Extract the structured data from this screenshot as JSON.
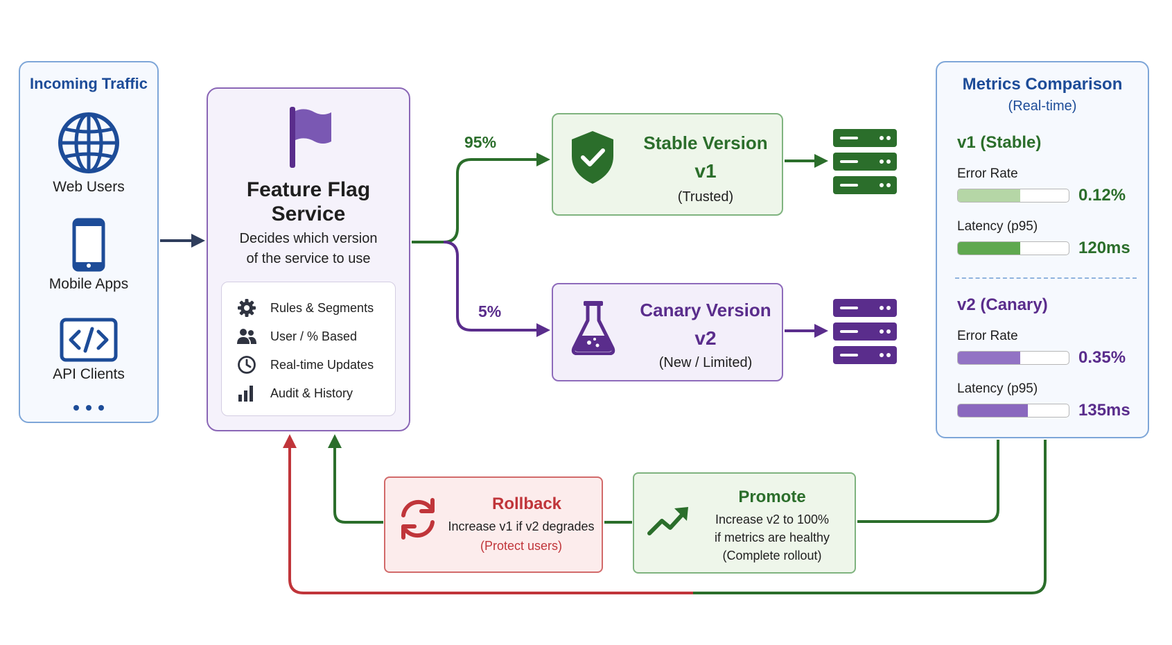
{
  "incoming": {
    "title": "Incoming Traffic",
    "items": [
      {
        "label": "Web Users",
        "icon": "globe-icon"
      },
      {
        "label": "Mobile Apps",
        "icon": "mobile-phone-icon"
      },
      {
        "label": "API Clients",
        "icon": "code-icon"
      }
    ],
    "more_icon": "ellipsis-icon"
  },
  "flag_service": {
    "icon": "flag-icon",
    "title_line1": "Feature Flag",
    "title_line2": "Service",
    "desc_line1": "Decides which version",
    "desc_line2": "of the service to use",
    "features": [
      {
        "label": "Rules & Segments",
        "icon": "gear-icon"
      },
      {
        "label": "User / % Based",
        "icon": "users-icon"
      },
      {
        "label": "Real-time Updates",
        "icon": "clock-icon"
      },
      {
        "label": "Audit & History",
        "icon": "bar-chart-icon"
      }
    ]
  },
  "routing": {
    "stable_pct": "95%",
    "canary_pct": "5%"
  },
  "stable": {
    "icon": "shield-check-icon",
    "title": "Stable Version",
    "version": "v1",
    "note": "(Trusted)",
    "server_icon": "server-stack-icon"
  },
  "canary": {
    "icon": "flask-icon",
    "title": "Canary Version",
    "version": "v2",
    "note": "(New / Limited)",
    "server_icon": "server-stack-icon"
  },
  "metrics": {
    "title": "Metrics Comparison",
    "subtitle": "(Real-time)",
    "v1": {
      "heading": "v1 (Stable)",
      "error_label": "Error Rate",
      "error_value": "0.12%",
      "error_fill": 0.56,
      "latency_label": "Latency (p95)",
      "latency_value": "120ms",
      "latency_fill": 0.56
    },
    "v2": {
      "heading": "v2 (Canary)",
      "error_label": "Error Rate",
      "error_value": "0.35%",
      "error_fill": 0.56,
      "latency_label": "Latency (p95)",
      "latency_value": "135ms",
      "latency_fill": 0.63
    }
  },
  "rollback": {
    "icon": "refresh-arrows-icon",
    "title": "Rollback",
    "line1": "Increase v1 if v2 degrades",
    "line2": "(Protect users)"
  },
  "promote": {
    "icon": "trend-up-icon",
    "title": "Promote",
    "line1": "Increase v2 to 100%",
    "line2": "if metrics are healthy",
    "line3": "(Complete rollout)"
  },
  "colors": {
    "blue": "#1d4c98",
    "green": "#2b6e2b",
    "purple": "#5a2d8c",
    "red": "#c0353a",
    "navy_arrow": "#2f3d5c"
  }
}
